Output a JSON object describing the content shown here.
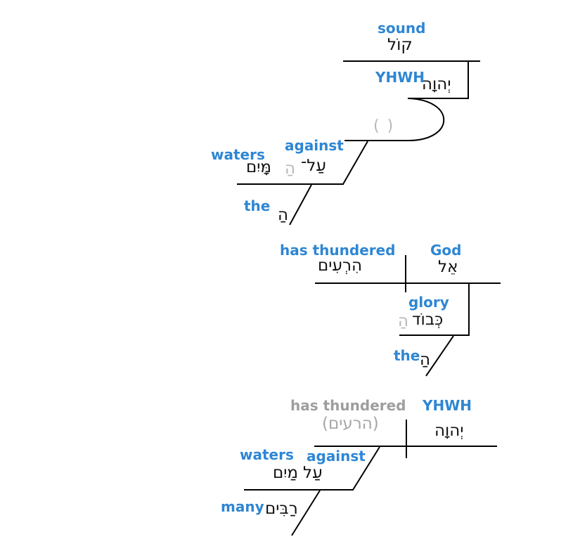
{
  "colors": {
    "accent_blue": "#2e86d3",
    "ghost_gray": "#b8b8b8",
    "muted_gray": "#9e9e9e",
    "line_black": "#000000",
    "background": "#ffffff"
  },
  "diagram1": {
    "sound": {
      "gloss": "sound",
      "hebrew": "קוֹל"
    },
    "yhwh": {
      "gloss": "YHWH",
      "hebrew": "יְהוָה"
    },
    "implied_predicate": "( )",
    "against": {
      "gloss": "against",
      "hebrew": "עַל־"
    },
    "waters": {
      "gloss": "waters",
      "hebrew": "מָּיִם",
      "article_ghost": "הַ"
    },
    "the": {
      "gloss": "the",
      "hebrew": "הַ"
    }
  },
  "diagram2": {
    "has_thundered": {
      "gloss": "has thundered",
      "hebrew": "הִרְעִים"
    },
    "god": {
      "gloss": "God",
      "hebrew": "אֵל"
    },
    "glory": {
      "gloss": "glory",
      "hebrew": "כְּבוֹד",
      "article_ghost": "הַ"
    },
    "the": {
      "gloss": "the",
      "hebrew": "הַ"
    }
  },
  "diagram3": {
    "has_thundered": {
      "gloss": "has thundered",
      "hebrew": "(הרעים)"
    },
    "yhwh": {
      "gloss": "YHWH",
      "hebrew": "יְהוָה"
    },
    "against": {
      "gloss": "against",
      "hebrew": "עַל"
    },
    "waters": {
      "gloss": "waters",
      "hebrew": "מַיִם"
    },
    "many": {
      "gloss": "many",
      "hebrew": "רַבִּים"
    }
  }
}
